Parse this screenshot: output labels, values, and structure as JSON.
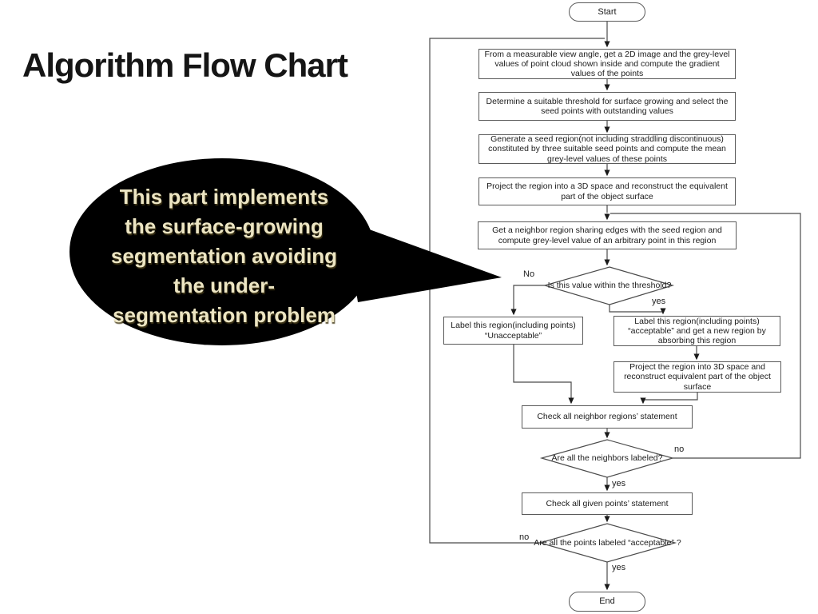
{
  "slide": {
    "title": "Algorithm Flow Chart"
  },
  "callout": {
    "lines": [
      "This part implements",
      "the surface-growing",
      "segmentation avoiding",
      "the under-",
      "segmentation problem"
    ],
    "bubble_fill": "#000000",
    "text_color": "#ece5c3"
  },
  "colors": {
    "connector": "#4b4b4b",
    "box_border": "#5a5a5a"
  },
  "flowchart": {
    "terminals": {
      "start": "Start",
      "end": "End"
    },
    "processes": {
      "acquire": "From a measurable view angle, get a 2D image and the grey-level values of point cloud shown inside and compute the gradient values of the points",
      "threshold": "Determine a suitable threshold for surface growing and select the seed points with outstanding values",
      "seed_region": "Generate a seed region(not including straddling discontinuous) constituted by three suitable seed points and compute the mean grey-level values of these points",
      "project_3d": "Project the region into a 3D space and reconstruct the equivalent part of the object surface",
      "neighbor": "Get a neighbor region sharing edges with the seed region and compute grey-level value of an arbitrary point in this region",
      "label_unacceptable": "Label this region(including points) “Unacceptable”",
      "label_acceptable": "Label this region(including points) “acceptable” and get a new region by absorbing this region",
      "project_3d_2": "Project the region into 3D space and reconstruct equivalent part of the object surface",
      "check_neighbors": "Check all neighbor regions’ statement",
      "check_points": "Check all given points’ statement"
    },
    "decisions": {
      "within_threshold": "Is this value within the threshold?",
      "neighbors_labeled": "Are all the neighbors labeled?",
      "points_labeled": "Are all the points labeled “acceptable” ?"
    },
    "edge_labels": {
      "no1": "No",
      "yes1": "yes",
      "no2": "no",
      "yes2": "yes",
      "no3": "no",
      "yes3": "yes"
    }
  }
}
